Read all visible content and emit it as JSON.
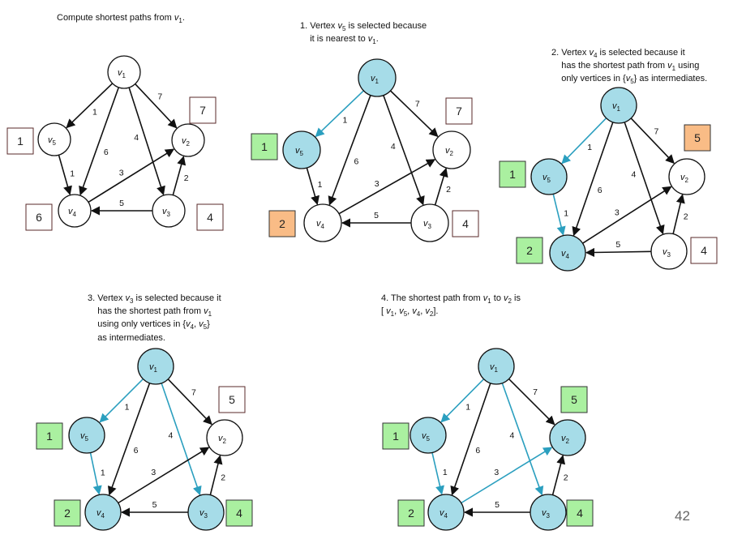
{
  "colors": {
    "selected_fill": "#a6dce8",
    "unselected_fill": "#ffffff",
    "tree_edge": "#2b9fbf",
    "edge": "#111111",
    "box_final": "#aaf0a0",
    "box_new": "#f9bc86",
    "box_tentative": "#ffffff",
    "box_border": "#5a2a2a"
  },
  "panels": [
    {
      "caption": [
        [
          {
            "t": "Compute shortest paths from "
          },
          {
            "t": "v",
            "i": true
          },
          {
            "t": "1",
            "sub": true
          },
          {
            "t": "."
          }
        ]
      ],
      "selected": [],
      "tree_edges": [],
      "distance_boxes": [
        {
          "node": "v5",
          "value": "1",
          "state": "tentative"
        },
        {
          "node": "v4",
          "value": "6",
          "state": "tentative"
        },
        {
          "node": "v2",
          "value": "7",
          "state": "tentative"
        },
        {
          "node": "v3",
          "value": "4",
          "state": "tentative"
        }
      ]
    },
    {
      "caption": [
        [
          {
            "t": "1. Vertex "
          },
          {
            "t": "v",
            "i": true
          },
          {
            "t": "5",
            "sub": true
          },
          {
            "t": " is selected because"
          }
        ],
        [
          {
            "t": "    it is nearest to "
          },
          {
            "t": "v",
            "i": true
          },
          {
            "t": "1",
            "sub": true
          },
          {
            "t": "."
          }
        ]
      ],
      "selected": [
        "v1",
        "v5"
      ],
      "tree_edges": [
        "v1-v5"
      ],
      "distance_boxes": [
        {
          "node": "v5",
          "value": "1",
          "state": "final"
        },
        {
          "node": "v4",
          "value": "2",
          "state": "new"
        },
        {
          "node": "v2",
          "value": "7",
          "state": "tentative"
        },
        {
          "node": "v3",
          "value": "4",
          "state": "tentative"
        }
      ]
    },
    {
      "caption": [
        [
          {
            "t": "2. Vertex "
          },
          {
            "t": "v",
            "i": true
          },
          {
            "t": "4",
            "sub": true
          },
          {
            "t": " is selected because it"
          }
        ],
        [
          {
            "t": "    has the shortest path from "
          },
          {
            "t": "v",
            "i": true
          },
          {
            "t": "1",
            "sub": true
          },
          {
            "t": " using"
          }
        ],
        [
          {
            "t": "    only vertices in {"
          },
          {
            "t": "v",
            "i": true
          },
          {
            "t": "5",
            "sub": true
          },
          {
            "t": "} as intermediates."
          }
        ]
      ],
      "selected": [
        "v1",
        "v5",
        "v4"
      ],
      "tree_edges": [
        "v1-v5",
        "v5-v4"
      ],
      "distance_boxes": [
        {
          "node": "v5",
          "value": "1",
          "state": "final"
        },
        {
          "node": "v4",
          "value": "2",
          "state": "final"
        },
        {
          "node": "v2",
          "value": "5",
          "state": "new"
        },
        {
          "node": "v3",
          "value": "4",
          "state": "tentative"
        }
      ]
    },
    {
      "caption": [
        [
          {
            "t": "3. Vertex "
          },
          {
            "t": "v",
            "i": true
          },
          {
            "t": "3",
            "sub": true
          },
          {
            "t": " is selected because it"
          }
        ],
        [
          {
            "t": "    has the shortest path from "
          },
          {
            "t": "v",
            "i": true
          },
          {
            "t": "1",
            "sub": true
          }
        ],
        [
          {
            "t": "    using only vertices in {"
          },
          {
            "t": "v",
            "i": true
          },
          {
            "t": "4",
            "sub": true
          },
          {
            "t": ", "
          },
          {
            "t": "v",
            "i": true
          },
          {
            "t": "5",
            "sub": true
          },
          {
            "t": "}"
          }
        ],
        [
          {
            "t": "    as intermediates."
          }
        ]
      ],
      "selected": [
        "v1",
        "v5",
        "v4",
        "v3"
      ],
      "tree_edges": [
        "v1-v5",
        "v5-v4",
        "v1-v3"
      ],
      "distance_boxes": [
        {
          "node": "v5",
          "value": "1",
          "state": "final"
        },
        {
          "node": "v4",
          "value": "2",
          "state": "final"
        },
        {
          "node": "v2",
          "value": "5",
          "state": "tentative"
        },
        {
          "node": "v3",
          "value": "4",
          "state": "final"
        }
      ]
    },
    {
      "caption": [
        [
          {
            "t": "4. The shortest path from "
          },
          {
            "t": "v",
            "i": true
          },
          {
            "t": "1",
            "sub": true
          },
          {
            "t": " to "
          },
          {
            "t": "v",
            "i": true
          },
          {
            "t": "2",
            "sub": true
          },
          {
            "t": " is"
          }
        ],
        [
          {
            "t": "[ "
          },
          {
            "t": "v",
            "i": true
          },
          {
            "t": "1",
            "sub": true
          },
          {
            "t": ", "
          },
          {
            "t": "v",
            "i": true
          },
          {
            "t": "5",
            "sub": true
          },
          {
            "t": ", "
          },
          {
            "t": "v",
            "i": true
          },
          {
            "t": "4",
            "sub": true
          },
          {
            "t": ", "
          },
          {
            "t": "v",
            "i": true
          },
          {
            "t": "2",
            "sub": true
          },
          {
            "t": "]."
          }
        ]
      ],
      "selected": [
        "v1",
        "v5",
        "v4",
        "v3",
        "v2"
      ],
      "tree_edges": [
        "v1-v5",
        "v5-v4",
        "v1-v3",
        "v4-v2"
      ],
      "distance_boxes": [
        {
          "node": "v5",
          "value": "1",
          "state": "final"
        },
        {
          "node": "v4",
          "value": "2",
          "state": "final"
        },
        {
          "node": "v2",
          "value": "5",
          "state": "final"
        },
        {
          "node": "v3",
          "value": "4",
          "state": "final"
        }
      ]
    }
  ],
  "graph": {
    "nodes": [
      {
        "id": "v1",
        "label": "v",
        "sub": "1"
      },
      {
        "id": "v2",
        "label": "v",
        "sub": "2"
      },
      {
        "id": "v3",
        "label": "v",
        "sub": "3"
      },
      {
        "id": "v4",
        "label": "v",
        "sub": "4"
      },
      {
        "id": "v5",
        "label": "v",
        "sub": "5"
      }
    ],
    "edges": [
      {
        "id": "v1-v5",
        "from": "v1",
        "to": "v5",
        "weight": "1"
      },
      {
        "id": "v1-v4",
        "from": "v1",
        "to": "v4",
        "weight": "6"
      },
      {
        "id": "v1-v2",
        "from": "v1",
        "to": "v2",
        "weight": "7"
      },
      {
        "id": "v1-v3",
        "from": "v1",
        "to": "v3",
        "weight": "4"
      },
      {
        "id": "v5-v4",
        "from": "v5",
        "to": "v4",
        "weight": "1"
      },
      {
        "id": "v4-v2",
        "from": "v4",
        "to": "v2",
        "weight": "3"
      },
      {
        "id": "v3-v2",
        "from": "v3",
        "to": "v2",
        "weight": "2"
      },
      {
        "id": "v3-v4",
        "from": "v3",
        "to": "v4",
        "weight": "5"
      }
    ]
  },
  "page_number": "42"
}
